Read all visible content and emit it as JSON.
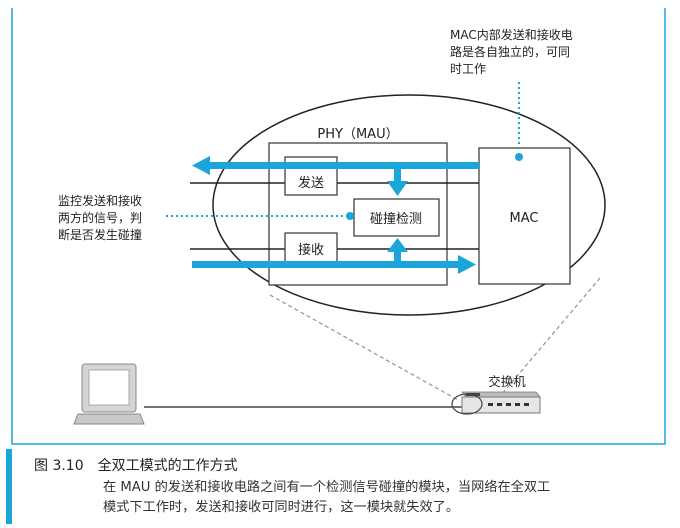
{
  "diagram": {
    "labels": {
      "mac_note": [
        "MAC内部发送和接收电",
        "路是各自独立的，可同",
        "时工作"
      ],
      "phy": "PHY（MAU）",
      "send": "发送",
      "receive": "接收",
      "collision_detect": "碰撞检测",
      "mac": "MAC",
      "monitor_note": [
        "监控发送和接收",
        "两方的信号，判",
        "断是否发生碰撞"
      ],
      "switch": "交换机"
    },
    "colors": {
      "accent": "#1aa6d9",
      "line": "#222222",
      "dashed": "#999999"
    }
  },
  "caption": {
    "number": "图 3.10",
    "title": "全双工模式的工作方式",
    "body": [
      "在 MAU 的发送和接收电路之间有一个检测信号碰撞的模块，当网络在全双工",
      "模式下工作时，发送和接收可同时进行，这一模块就失效了。"
    ]
  }
}
